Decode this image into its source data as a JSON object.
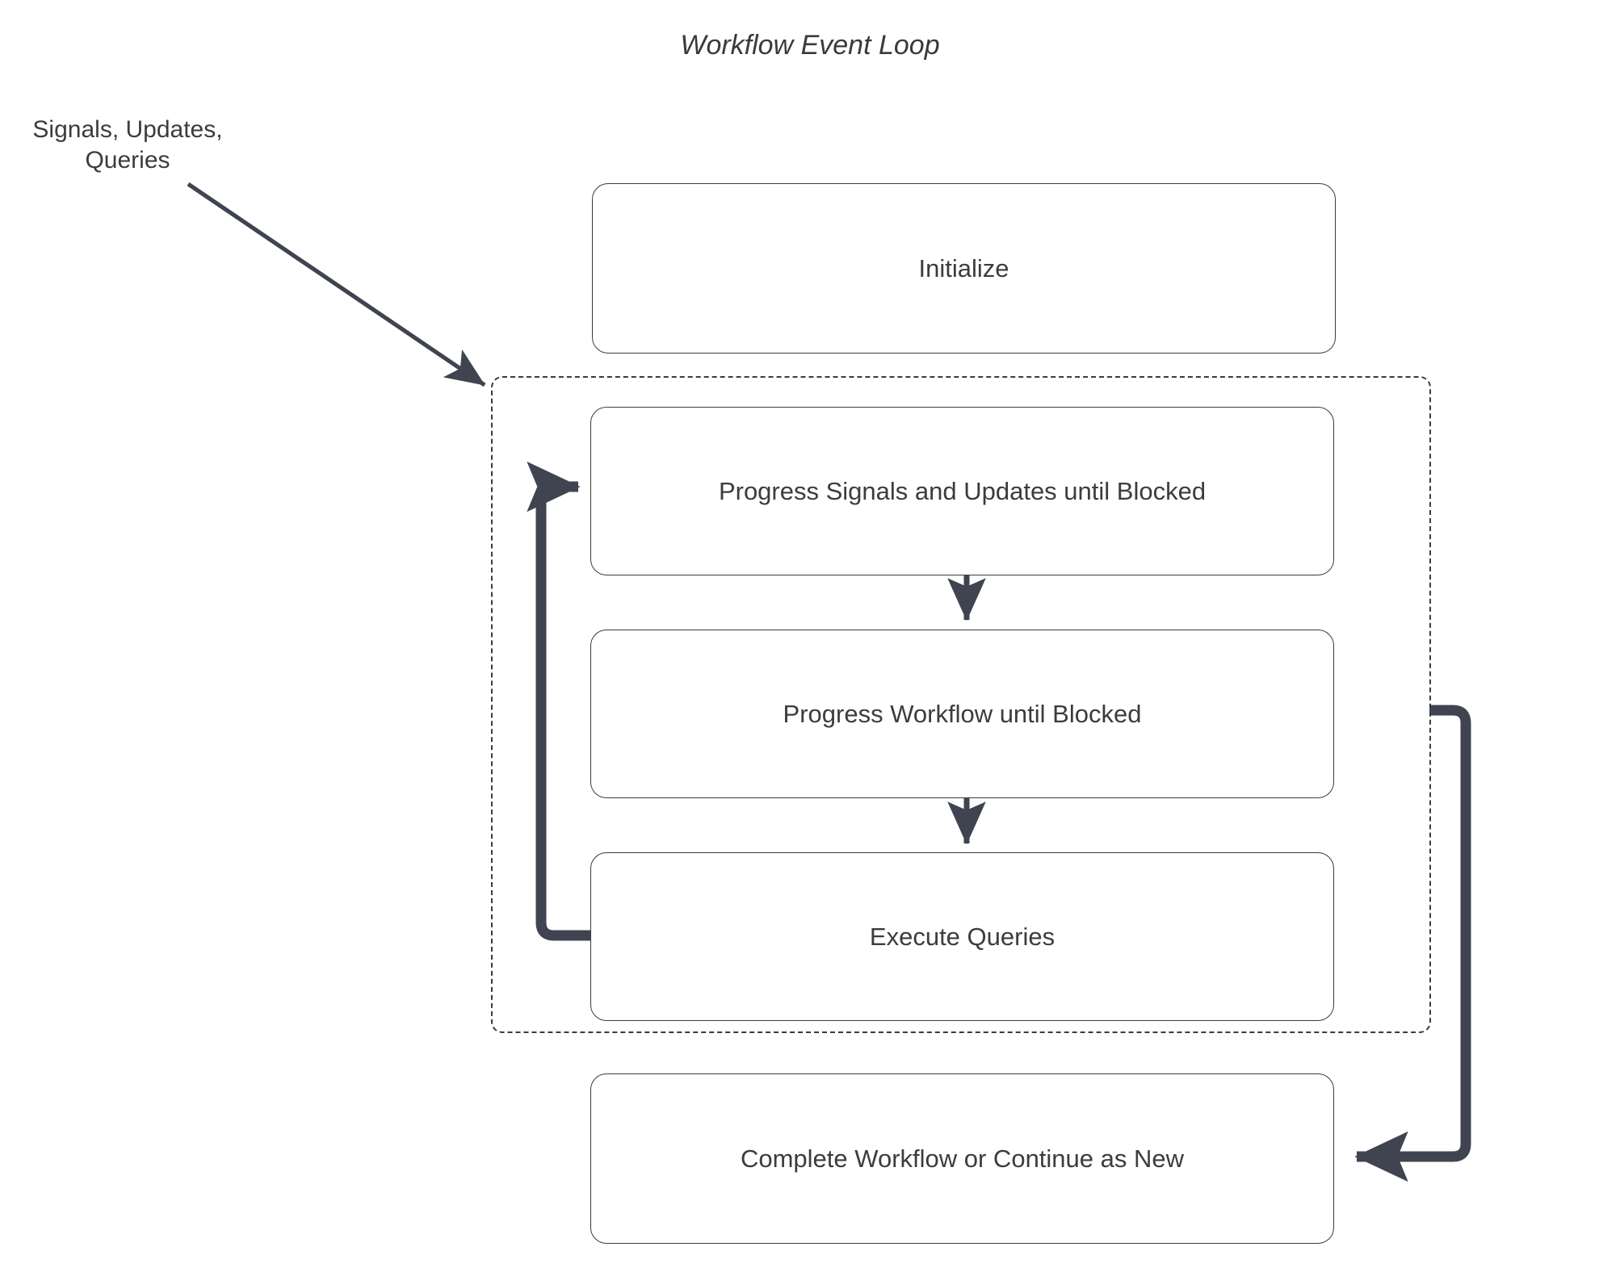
{
  "diagram": {
    "title": "Workflow Event Loop",
    "accent_color": "#3f4450",
    "node_border_color": "#3b3b3b",
    "text_color": "#3c3c3c",
    "background_color": "#ffffff",
    "external_label": "Signals, Updates,\nQueries",
    "nodes": [
      {
        "id": "initialize",
        "label": "Initialize"
      },
      {
        "id": "progress-signals",
        "label": "Progress Signals and Updates until Blocked"
      },
      {
        "id": "progress-workflow",
        "label": "Progress Workflow until Blocked"
      },
      {
        "id": "execute-queries",
        "label": "Execute Queries"
      },
      {
        "id": "complete-workflow",
        "label": "Complete Workflow or Continue as New"
      }
    ],
    "group": {
      "id": "event-loop-group",
      "label": "",
      "style": "dashed"
    },
    "edges": [
      {
        "id": "external-to-group",
        "from": "Signals, Updates, Queries",
        "to": "event-loop-group",
        "style": "solid-arrow"
      },
      {
        "id": "signals-to-workflow",
        "from": "progress-signals",
        "to": "progress-workflow",
        "style": "solid-arrow"
      },
      {
        "id": "workflow-to-queries",
        "from": "progress-workflow",
        "to": "execute-queries",
        "style": "solid-arrow"
      },
      {
        "id": "queries-loop-back",
        "from": "execute-queries",
        "to": "progress-signals",
        "style": "thick-loop-arrow"
      },
      {
        "id": "group-to-complete",
        "from": "event-loop-group",
        "to": "complete-workflow",
        "style": "thick-loop-arrow"
      }
    ]
  }
}
